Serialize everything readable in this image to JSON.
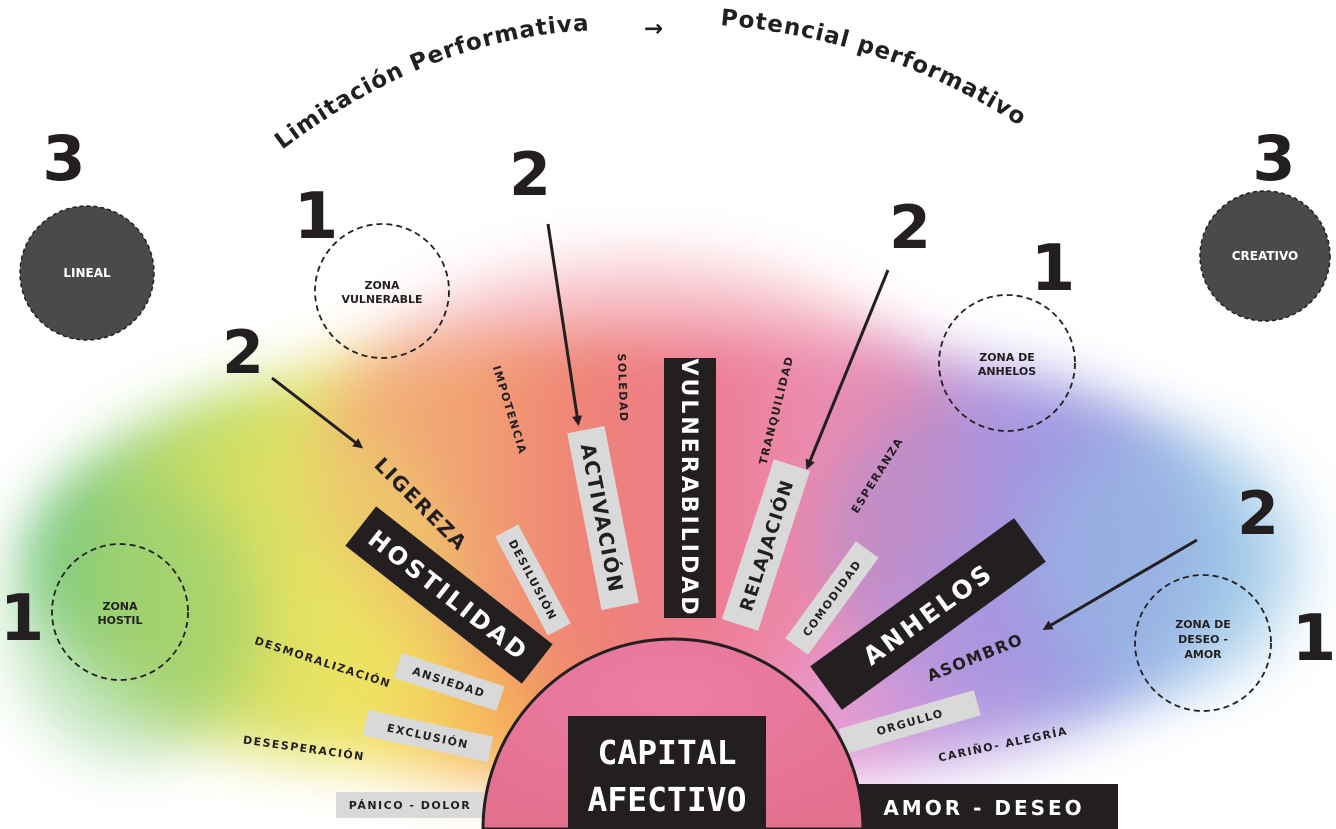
{
  "header": {
    "left_title": "Limitación Performativa",
    "arrow": "→",
    "right_title": "Potencial performativo"
  },
  "center": {
    "line1": "CAPITAL",
    "line2": "AFECTIVO"
  },
  "modes": {
    "left": {
      "number": "3",
      "label": "LINEAL"
    },
    "right": {
      "number": "3",
      "label": "CREATIVO"
    }
  },
  "zones": {
    "vulnerable": {
      "number": "1",
      "line1": "ZONA",
      "line2": "VULNERABLE"
    },
    "anhelos": {
      "number": "1",
      "line1": "ZONA DE",
      "line2": "ANHELOS"
    },
    "hostil": {
      "number": "1",
      "line1": "ZONA",
      "line2": "HOSTIL"
    },
    "deseo_amor": {
      "number": "1",
      "line1": "ZONA DE",
      "line2": "DESEO -",
      "line3": "AMOR"
    }
  },
  "arrow_numbers": {
    "ligereza": "2",
    "activacion": "2",
    "relajacion": "2",
    "asombro": "2"
  },
  "emotions": {
    "hostilidad": "HOSTILIDAD",
    "ligereza": "LIGEREZA",
    "desilusion": "DESILUSIÓN",
    "impotencia": "IMPOTENCIA",
    "activacion": "ACTIVACIÓN",
    "soledad": "SOLEDAD",
    "vulnerabilidad": "VULNERABILIDAD",
    "tranquilidad": "TRANQUILIDAD",
    "relajacion": "RELAJACIÓN",
    "esperanza": "ESPERANZA",
    "comodidad": "COMODIDAD",
    "anhelos": "ANHELOS",
    "asombro": "ASOMBRO",
    "orgullo": "ORGULLO",
    "carino_alegria": "CARIÑO- ALEGRÍA",
    "amor_deseo": "AMOR - DESEO",
    "desmoralizacion": "DESMORALIZACIÓN",
    "ansiedad": "ANSIEDAD",
    "exclusion": "EXCLUSIÓN",
    "desesperacion": "DESESPERACIÓN",
    "panico_dolor": "PÁNICO - DOLOR"
  },
  "colors": {
    "ink": "#231f20",
    "light_bar": "#d9d9d9",
    "mode_circle": "#4a4a4a",
    "splash": [
      "#5fbf7a",
      "#a8d65a",
      "#f2e45a",
      "#f6b54a",
      "#ee7a52",
      "#eb6f8e",
      "#e890c9",
      "#b98fdc",
      "#8f9ae2",
      "#9ecbe6"
    ]
  }
}
